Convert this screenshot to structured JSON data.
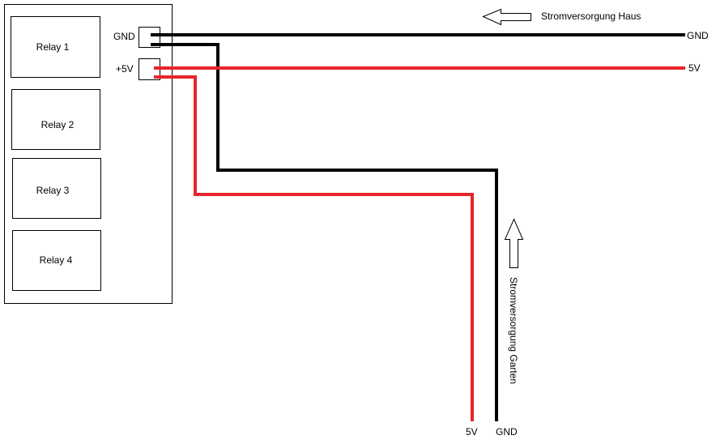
{
  "relay_board": {
    "relays": [
      "Relay 1",
      "Relay 2",
      "Relay 3",
      "Relay 4"
    ],
    "terminal_gnd_label": "GND",
    "terminal_5v_label": "+5V"
  },
  "house_supply": {
    "label": "Stromversorgung Haus",
    "gnd_label": "GND",
    "v5_label": "5V"
  },
  "garden_supply": {
    "label": "Stromversorgung Garten",
    "v5_label": "5V",
    "gnd_label": "GND"
  },
  "colors": {
    "gnd_wire": "#000000",
    "v5_wire": "#e8242b",
    "outline": "#000000"
  }
}
